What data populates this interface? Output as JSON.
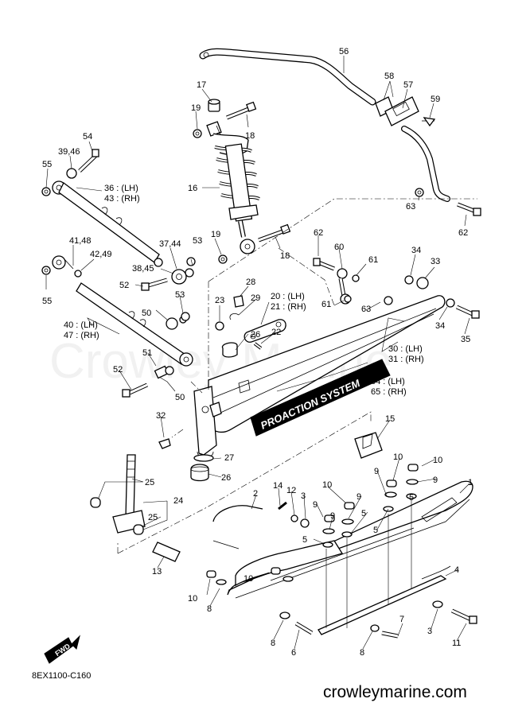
{
  "watermark": "Crowley Marine",
  "drawing_code": "8EX1100-C160",
  "site": "crowleymarine.com",
  "decal_text": "PROACTION SYSTEM",
  "fwd_label": "FWD",
  "callouts": [
    {
      "text": "56"
    },
    {
      "text": "58"
    },
    {
      "text": "57"
    },
    {
      "text": "59"
    },
    {
      "text": "17"
    },
    {
      "text": "19"
    },
    {
      "text": "18"
    },
    {
      "text": "54"
    },
    {
      "text": "39,46"
    },
    {
      "text": "55"
    },
    {
      "text": "36 : (LH)"
    },
    {
      "text": "43 : (RH)"
    },
    {
      "text": "16"
    },
    {
      "text": "63"
    },
    {
      "text": "62"
    },
    {
      "text": "62"
    },
    {
      "text": "19"
    },
    {
      "text": "18"
    },
    {
      "text": "41,48"
    },
    {
      "text": "42,49"
    },
    {
      "text": "37,44"
    },
    {
      "text": "53"
    },
    {
      "text": "60"
    },
    {
      "text": "61"
    },
    {
      "text": "34"
    },
    {
      "text": "33"
    },
    {
      "text": "38,45"
    },
    {
      "text": "55"
    },
    {
      "text": "52"
    },
    {
      "text": "28"
    },
    {
      "text": "29"
    },
    {
      "text": "20 : (LH)"
    },
    {
      "text": "21 : (RH)"
    },
    {
      "text": "53"
    },
    {
      "text": "23"
    },
    {
      "text": "61"
    },
    {
      "text": "63"
    },
    {
      "text": "50"
    },
    {
      "text": "40 : (LH)"
    },
    {
      "text": "47 : (RH)"
    },
    {
      "text": "22"
    },
    {
      "text": "34"
    },
    {
      "text": "35"
    },
    {
      "text": "26"
    },
    {
      "text": "30 : (LH)"
    },
    {
      "text": "31 : (RH)"
    },
    {
      "text": "51"
    },
    {
      "text": "64 : (LH)"
    },
    {
      "text": "65 : (RH)"
    },
    {
      "text": "52"
    },
    {
      "text": "50"
    },
    {
      "text": "32"
    },
    {
      "text": "15"
    },
    {
      "text": "27"
    },
    {
      "text": "26"
    },
    {
      "text": "10"
    },
    {
      "text": "10"
    },
    {
      "text": "9"
    },
    {
      "text": "9"
    },
    {
      "text": "1"
    },
    {
      "text": "25"
    },
    {
      "text": "14"
    },
    {
      "text": "12"
    },
    {
      "text": "3"
    },
    {
      "text": "10"
    },
    {
      "text": "9"
    },
    {
      "text": "9"
    },
    {
      "text": "5"
    },
    {
      "text": "2"
    },
    {
      "text": "24"
    },
    {
      "text": "9"
    },
    {
      "text": "5"
    },
    {
      "text": "5"
    },
    {
      "text": "25"
    },
    {
      "text": "5"
    },
    {
      "text": "13"
    },
    {
      "text": "4"
    },
    {
      "text": "10"
    },
    {
      "text": "10"
    },
    {
      "text": "8"
    },
    {
      "text": "7"
    },
    {
      "text": "3"
    },
    {
      "text": "8"
    },
    {
      "text": "6"
    },
    {
      "text": "8"
    },
    {
      "text": "11"
    }
  ]
}
